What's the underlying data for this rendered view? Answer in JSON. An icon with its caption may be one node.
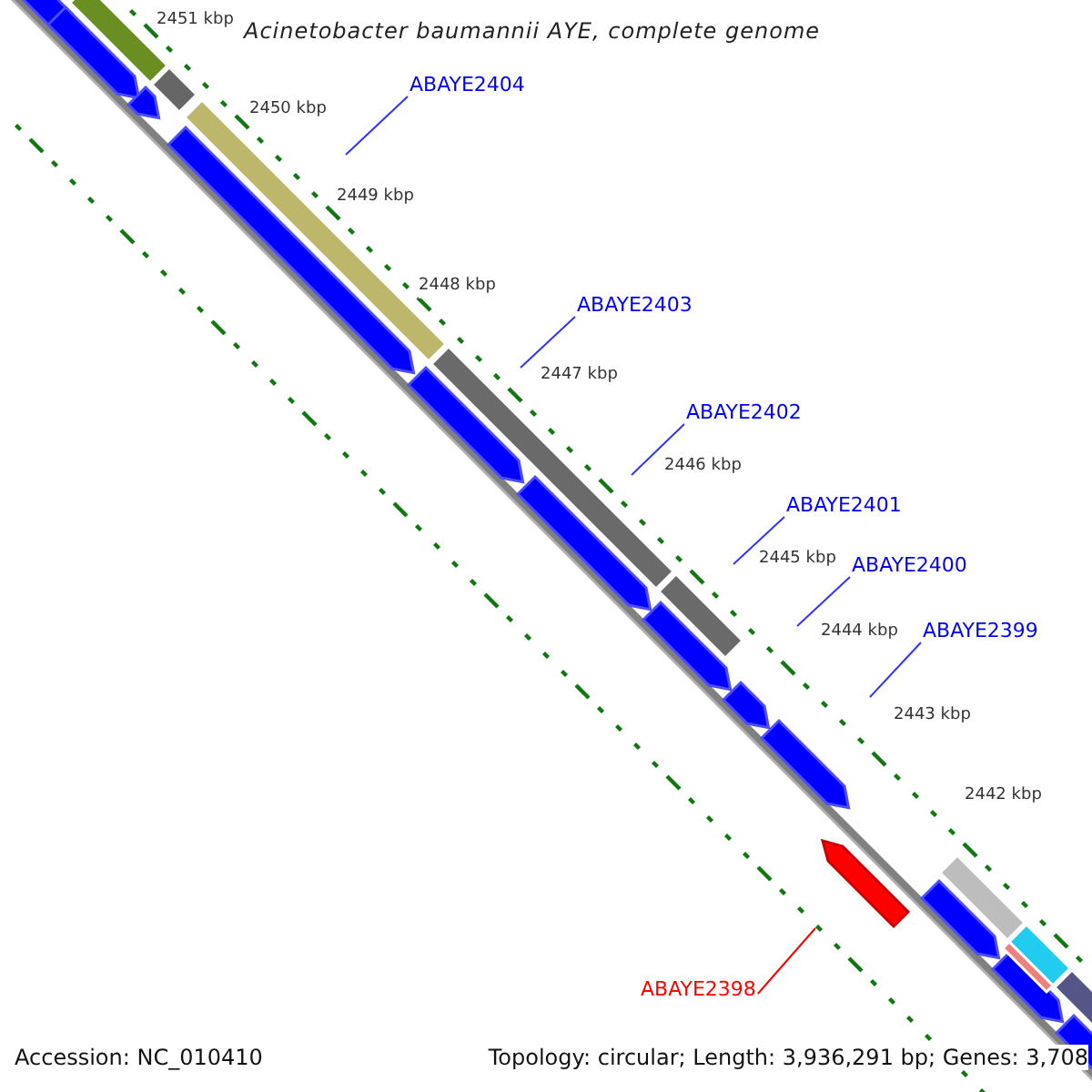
{
  "diagram": {
    "title": "Acinetobacter baumannii AYE, complete genome",
    "nodes": [
      {
        "text": [
          "ABAYE2404"
        ]
      },
      {
        "text": [
          "ABAYE2403"
        ]
      },
      {
        "text": [
          "ABAYE2402"
        ]
      },
      {
        "text": [
          "ABAYE2401"
        ]
      },
      {
        "text": [
          "ABAYE2400"
        ]
      },
      {
        "text": [
          "ABAYE2399"
        ]
      },
      {
        "text": [
          "ABAYE2398"
        ]
      }
    ],
    "edges": [
      {
        "from": 0,
        "to": null,
        "arrow": "none"
      },
      {
        "from": 1,
        "to": null,
        "arrow": "none"
      },
      {
        "from": 2,
        "to": null,
        "arrow": "none"
      },
      {
        "from": 3,
        "to": null,
        "arrow": "none"
      },
      {
        "from": 4,
        "to": null,
        "arrow": "none"
      },
      {
        "from": 5,
        "to": null,
        "arrow": "none"
      },
      {
        "from": 6,
        "to": null,
        "arrow": "none",
        "color": "#ff0000"
      }
    ],
    "labels": [
      "2451 kbp",
      "2450 kbp",
      "2449 kbp",
      "2448 kbp",
      "2447 kbp",
      "2446 kbp",
      "2445 kbp",
      "2444 kbp",
      "2443 kbp",
      "2442 kbp",
      "Accession: NC_010410",
      "Topology: circular; Length: 3,936,291 bp; Genes: 3,708"
    ]
  }
}
